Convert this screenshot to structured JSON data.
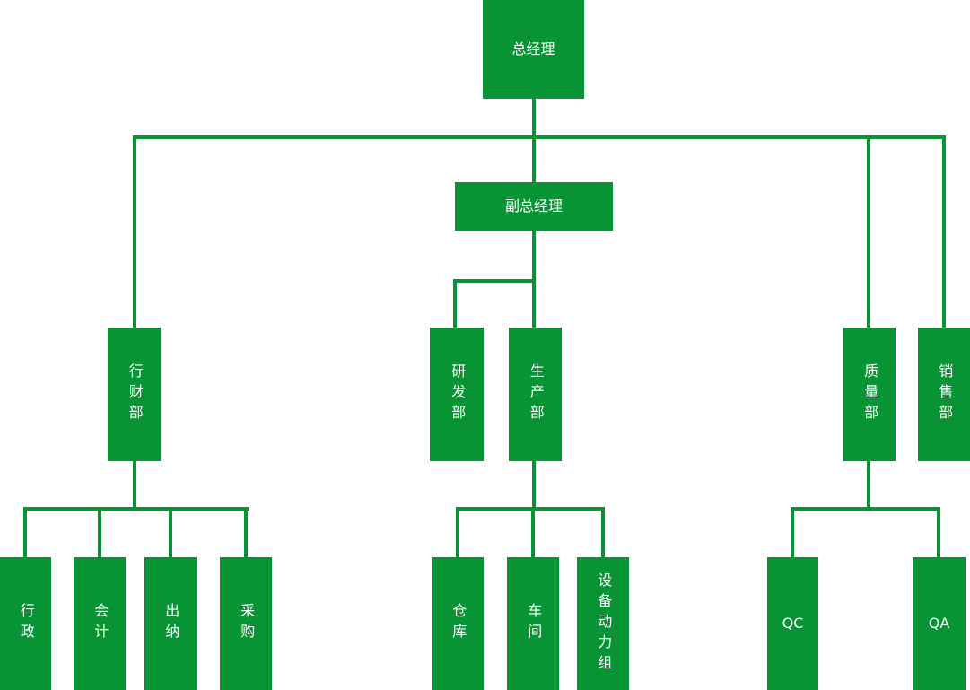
{
  "diagram": {
    "type": "org-chart",
    "colors": {
      "node_fill": "#089434",
      "connector": "#089434",
      "node_text": "#ffffff",
      "background": "#ffffff"
    },
    "nodes": {
      "general_manager": {
        "label": "总经理",
        "level": 1,
        "text_orientation": "horizontal"
      },
      "deputy_general_manager": {
        "label": "副总经理",
        "level": 2,
        "text_orientation": "horizontal"
      },
      "admin_finance_dept": {
        "label": "行财部",
        "level": 3,
        "text_orientation": "vertical"
      },
      "rd_dept": {
        "label": "研发部",
        "level": 3,
        "text_orientation": "vertical"
      },
      "production_dept": {
        "label": "生产部",
        "level": 3,
        "text_orientation": "vertical"
      },
      "quality_dept": {
        "label": "质量部",
        "level": 3,
        "text_orientation": "vertical"
      },
      "sales_dept": {
        "label": "销售部",
        "level": 3,
        "text_orientation": "vertical"
      },
      "administration": {
        "label": "行政",
        "level": 4,
        "text_orientation": "vertical"
      },
      "accounting": {
        "label": "会计",
        "level": 4,
        "text_orientation": "vertical"
      },
      "cashier": {
        "label": "出纳",
        "level": 4,
        "text_orientation": "vertical"
      },
      "procurement": {
        "label": "采购",
        "level": 4,
        "text_orientation": "vertical"
      },
      "warehouse": {
        "label": "仓库",
        "level": 4,
        "text_orientation": "vertical"
      },
      "workshop": {
        "label": "车间",
        "level": 4,
        "text_orientation": "vertical"
      },
      "equipment_power_group": {
        "label": "设备动力组",
        "level": 4,
        "text_orientation": "vertical"
      },
      "qc": {
        "label": "QC",
        "level": 4,
        "text_orientation": "horizontal"
      },
      "qa": {
        "label": "QA",
        "level": 4,
        "text_orientation": "horizontal"
      }
    },
    "edges": [
      {
        "from": "总经理",
        "to": "副总经理"
      },
      {
        "from": "总经理",
        "to": "行财部"
      },
      {
        "from": "总经理",
        "to": "质量部"
      },
      {
        "from": "总经理",
        "to": "销售部"
      },
      {
        "from": "副总经理",
        "to": "研发部"
      },
      {
        "from": "副总经理",
        "to": "生产部"
      },
      {
        "from": "行财部",
        "to": "行政"
      },
      {
        "from": "行财部",
        "to": "会计"
      },
      {
        "from": "行财部",
        "to": "出纳"
      },
      {
        "from": "行财部",
        "to": "采购"
      },
      {
        "from": "生产部",
        "to": "仓库"
      },
      {
        "from": "生产部",
        "to": "车间"
      },
      {
        "from": "生产部",
        "to": "设备动力组"
      },
      {
        "from": "质量部",
        "to": "QC"
      },
      {
        "from": "质量部",
        "to": "QA"
      }
    ]
  }
}
